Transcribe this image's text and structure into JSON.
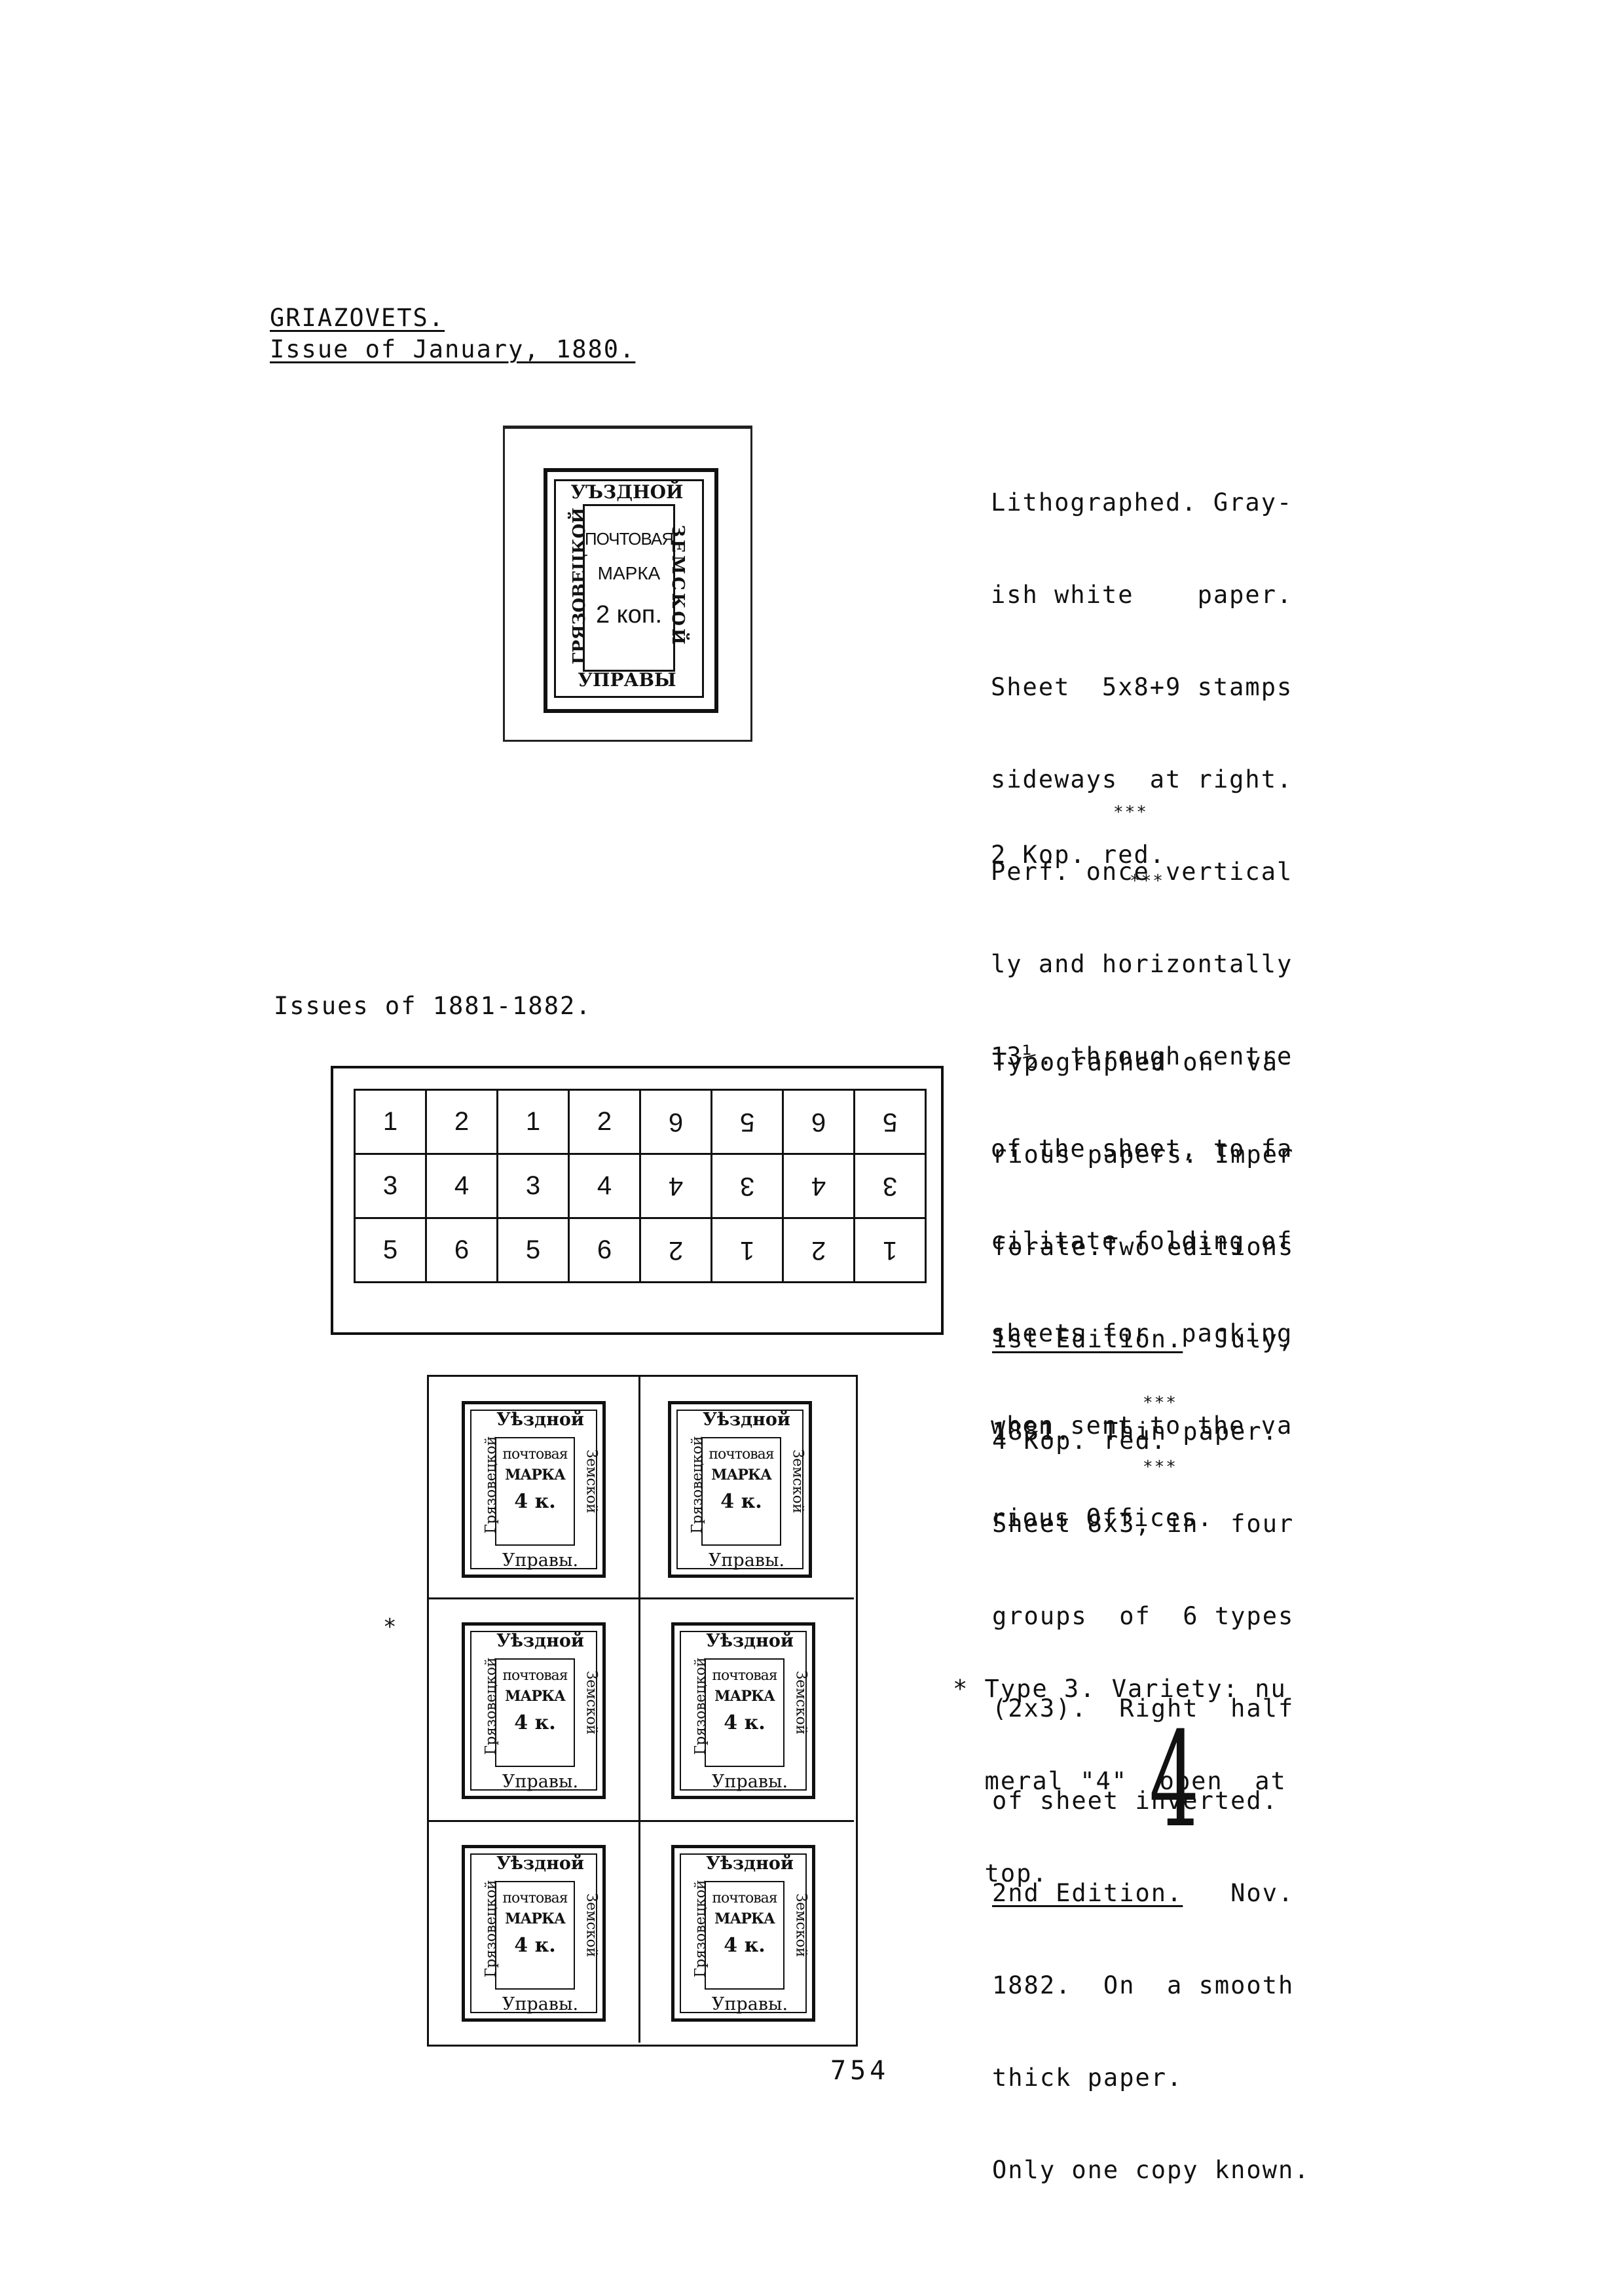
{
  "header": {
    "title": "GRIAZOVETS.",
    "subtitle": "Issue of January, 1880."
  },
  "issue_1880": {
    "stamp": {
      "top": "УЪЗДНОЙ",
      "left": "ГРЯЗОВЕЦКОЙ",
      "right": "ЗЕМСКОЙ",
      "center1": "ПОЧТОВАЯ",
      "center2": "МАРКА",
      "value": "2 коп.",
      "bottom": "УПРАВЫ"
    },
    "description_lines": [
      "Lithographed. Gray-",
      "ish white    paper.",
      "Sheet  5x8+9 stamps",
      "sideways  at right.",
      "Perf. once vertical",
      "ly and horizontally",
      "13½. through centre",
      "of the sheet, to fa",
      "cilitate folding of",
      "sheets for  packing",
      "when sent to the va",
      "rious Offices."
    ],
    "sep1": "***",
    "value_line": "2 Kop. red.",
    "sep2": "***"
  },
  "issue_1881": {
    "heading": "Issues of 1881-1882.",
    "sheet_rows": [
      [
        "1",
        "2",
        "1",
        "2",
        "6",
        "5",
        "6",
        "5"
      ],
      [
        "3",
        "4",
        "3",
        "4",
        "4",
        "3",
        "4",
        "3"
      ],
      [
        "5",
        "6",
        "5",
        "6",
        "2",
        "1",
        "2",
        "1"
      ]
    ],
    "description": {
      "l1": "Typographed on  va-",
      "l2": "rious papers. Imper",
      "l3": "forate.Two editions",
      "ed1": "1st Edition.",
      "ed1_rest": "  July,",
      "l5": "1881.  Thin paper.",
      "l6": "Sheet 8x3, in  four",
      "l7": "groups  of  6 types",
      "l8": "(2x3).  Right  half",
      "l9": "of sheet inverted.",
      "ed2": "2nd Edition.",
      "ed2_rest": "   Nov.",
      "l11": "1882.  On  a smooth",
      "l12": "thick paper.",
      "l13": "Only one copy known."
    },
    "sep1": "***",
    "value_line": "4 Kop. red.",
    "sep2": "***",
    "mini_stamp": {
      "top": "Уѣздной",
      "left": "Грязовецкой",
      "right": "Земской",
      "c1": "почтовая",
      "c2": "МАРКА",
      "value": "4 к.",
      "bottom": "Управы."
    },
    "star_marker": "*",
    "variety": {
      "l1": "* Type 3. Variety: nu",
      "l2": "  meral \"4\"  open  at",
      "l3": "  top."
    },
    "big_numeral": "4"
  },
  "page_number": "754"
}
